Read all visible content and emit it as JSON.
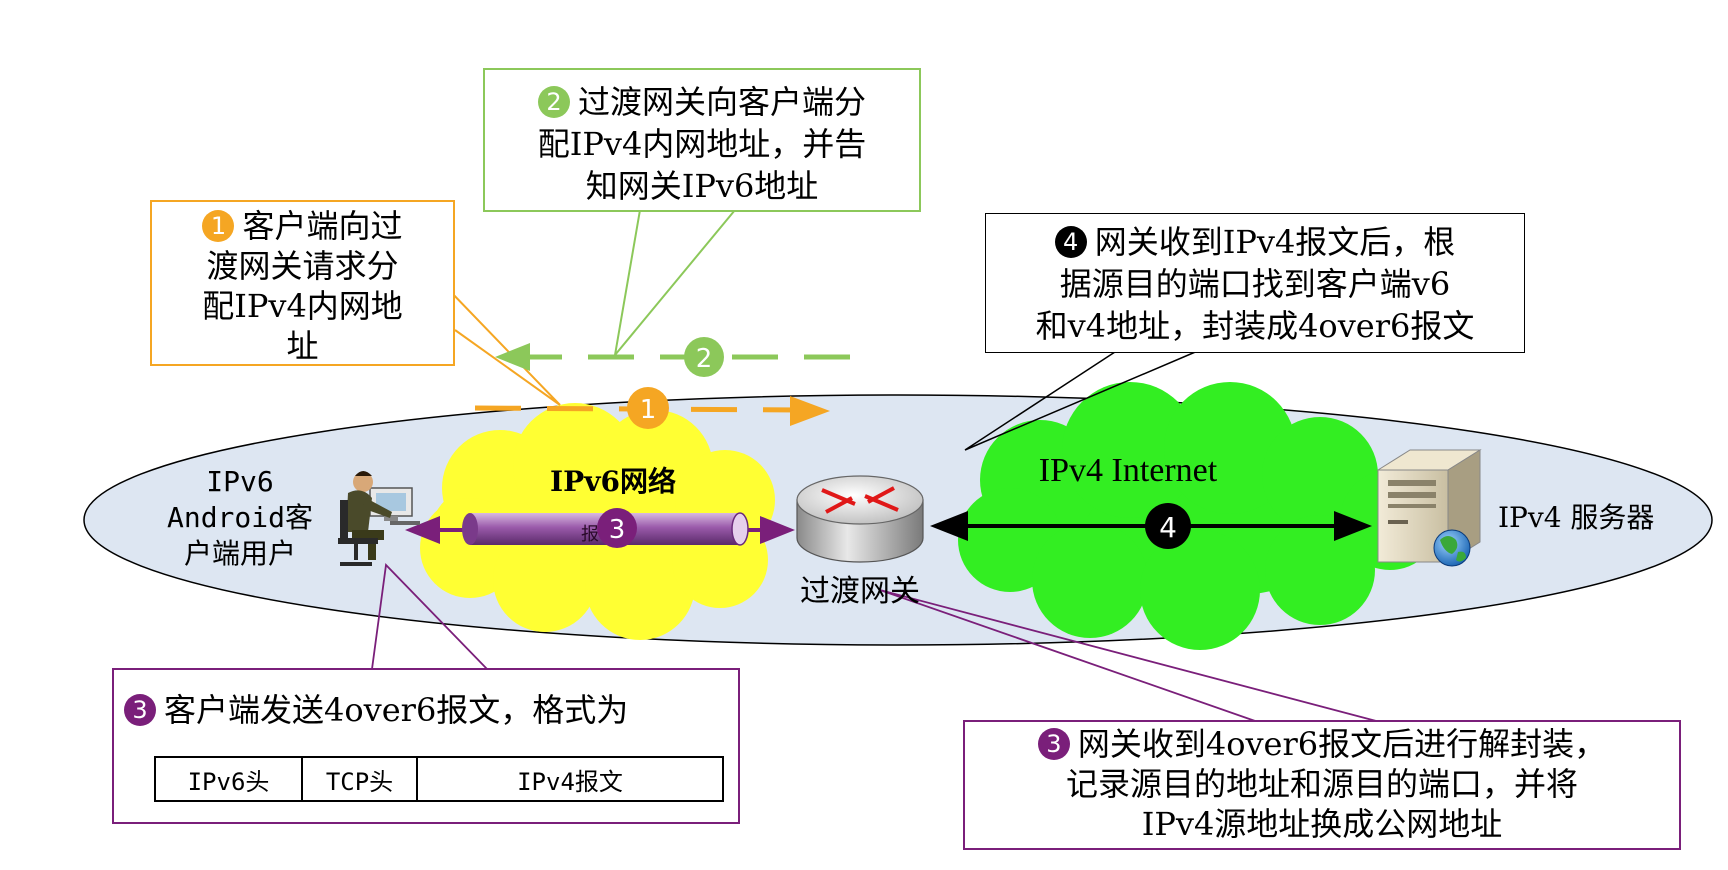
{
  "colors": {
    "orange": "#f5a623",
    "green_callout": "#8cc85a",
    "purple": "#7a1f7a",
    "black": "#000000",
    "ellipse_fill": "#dde6f2",
    "ipv6_cloud": "#ffff33",
    "ipv4_cloud": "#33ee22"
  },
  "callouts": {
    "step1": {
      "num": "1",
      "lines": [
        "客户端向过",
        "渡网关请求分",
        "配IPv4内网地",
        "址"
      ]
    },
    "step2": {
      "num": "2",
      "lines": [
        "过渡网关向客户端分",
        "配IPv4内网地址，并告",
        "知网关IPv6地址"
      ]
    },
    "step4": {
      "num": "4",
      "lines": [
        "网关收到IPv4报文后，根",
        "据源目的端口找到客户端v6",
        "和v4地址，封装成4over6报文"
      ]
    },
    "step3_client": {
      "num": "3",
      "text": "客户端发送4over6报文，格式为"
    },
    "step3_gateway": {
      "num": "3",
      "lines": [
        "网关收到4over6报文后进行解封装，",
        "记录源目的地址和源目的端口，并将",
        "IPv4源地址换成公网地址"
      ]
    }
  },
  "packet_format": [
    "IPv6头",
    "TCP头",
    "IPv4报文"
  ],
  "labels": {
    "client": [
      "IPv6",
      "Android客",
      "户端用户"
    ],
    "ipv6_network": "IPv6网络",
    "ipv4_internet": "IPv4 Internet",
    "gateway": "过渡网关",
    "server": "IPv4 服务器"
  },
  "arrow_badges": {
    "a1": "1",
    "a2": "2",
    "a3": "3",
    "a4": "4",
    "tunnel_glyph": "报"
  }
}
